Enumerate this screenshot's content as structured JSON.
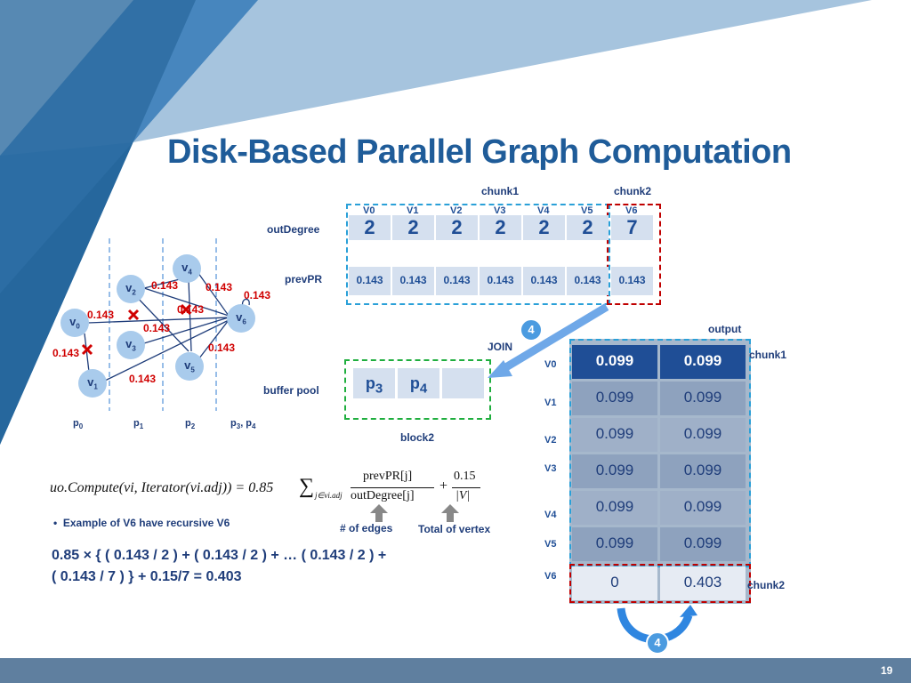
{
  "slide": {
    "title": "Disk-Based Parallel Graph Computation",
    "page_number": "19"
  },
  "disk_table": {
    "chunk1_label": "chunk1",
    "chunk2_label": "chunk2",
    "row1_label": "outDegree",
    "row2_label": "prevPR",
    "vertices": [
      "V0",
      "V1",
      "V2",
      "V3",
      "V4",
      "V5",
      "V6"
    ],
    "out_degree": [
      "2",
      "2",
      "2",
      "2",
      "2",
      "2",
      "7"
    ],
    "prev_pr": [
      "0.143",
      "0.143",
      "0.143",
      "0.143",
      "0.143",
      "0.143",
      "0.143"
    ]
  },
  "buffer_pool": {
    "label": "buffer pool",
    "block_label": "block2",
    "cells": [
      "p3",
      "p4",
      ""
    ],
    "join_label": "JOIN",
    "step_badge": "4"
  },
  "output_table": {
    "title": "output",
    "chunk1_label": "chunk1",
    "chunk2_label": "chunk2",
    "row_labels": [
      "V0",
      "V1",
      "V2",
      "V3",
      "V4",
      "V5",
      "V6"
    ],
    "col1": [
      "0.099",
      "0.099",
      "0.099",
      "0.099",
      "0.099",
      "0.099",
      "0"
    ],
    "col2": [
      "0.099",
      "0.099",
      "0.099",
      "0.099",
      "0.099",
      "0.099",
      "0.403"
    ],
    "loop_badge": "4"
  },
  "graph": {
    "vertices": [
      "v4",
      "v2",
      "v0",
      "v6",
      "v3",
      "v5",
      "v1"
    ],
    "edge_weights": [
      "0.143",
      "0.143",
      "0.143",
      "0.143",
      "0.143",
      "0.143",
      "0.143",
      "0.143",
      "0.143"
    ],
    "partitions": [
      "p0",
      "p1",
      "p2",
      "p3, p4"
    ]
  },
  "formula": {
    "lhs": "uo.Compute(vi, Iterator(vi.adj)) = 0.85",
    "sum_sub": "j∈vi.adj",
    "frac1_num": "prevPR[j]",
    "frac1_den": "outDegree[j]",
    "plus": "+",
    "frac2_num": "0.15",
    "frac2_den": "|V|",
    "note_edges": "# of edges",
    "note_vertex": "Total of vertex"
  },
  "example": {
    "bullet": "Example of V6 have recursive V6",
    "line1": "0.85 × { ( 0.143 / 2 ) + ( 0.143 / 2 ) +  … ( 0.143 / 2 ) +",
    "line2": "( 0.143 / 7 ) } + 0.15/7  =  0.403"
  },
  "colors": {
    "title": "#1f5c99",
    "accent_dark": "#1f4e96",
    "edge_red": "#d00000",
    "chunk1_border": "#2aa0d8",
    "chunk2_border": "#c00000",
    "block_border": "#1fae3e",
    "footer": "#5f7f9f"
  }
}
